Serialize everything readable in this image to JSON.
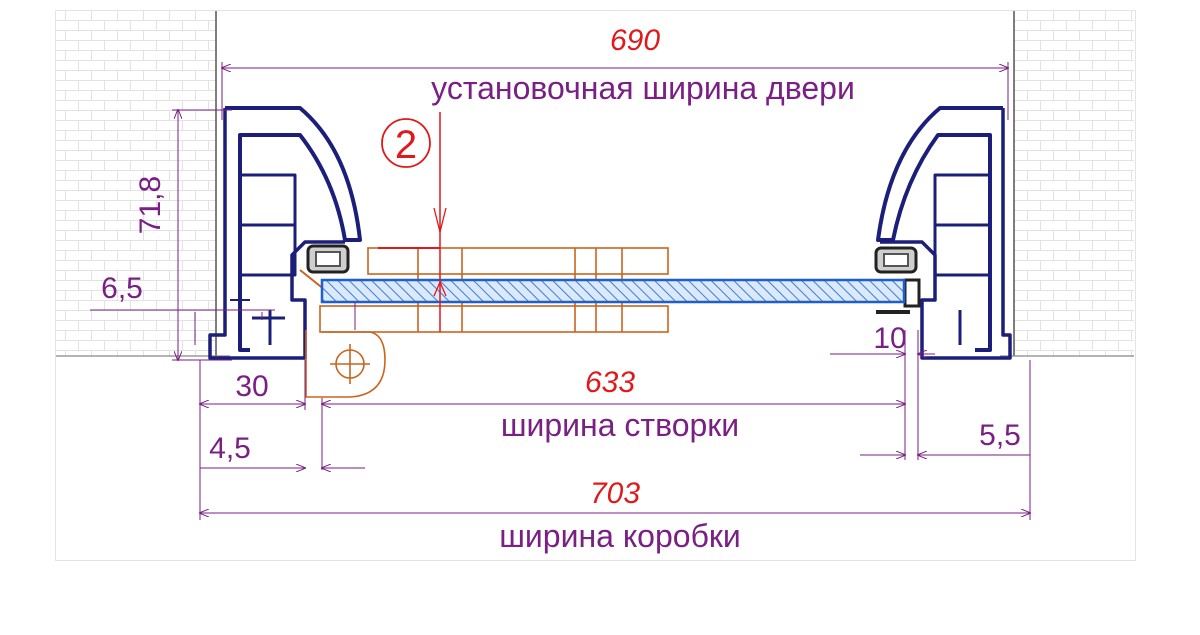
{
  "dimensions": {
    "installation_width": {
      "value": "690",
      "label": "установочная ширина двери"
    },
    "sash_width": {
      "value": "633",
      "label": "ширина створки"
    },
    "frame_width": {
      "value": "703",
      "label": "ширина коробки"
    },
    "frame_depth": "71,8",
    "offset_left_top": "6,5",
    "frame_profile": "30",
    "gap_left": "4,5",
    "gap_right": "5,5",
    "overlap_right": "10",
    "callout_number": "2"
  },
  "colors": {
    "dimension_text": "#7a1f84",
    "value_text": "#e0191b",
    "profile_stroke": "#1b1f7a",
    "hinge_stroke": "#c8641e",
    "glass_fill": "#4a90e2",
    "wall_stroke": "#d8d8d8"
  }
}
